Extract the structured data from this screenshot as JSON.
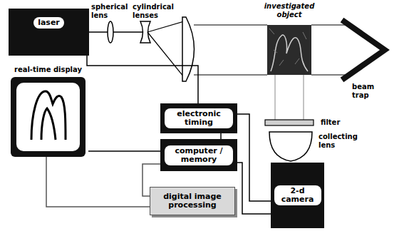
{
  "diagram": {
    "nodes": [
      {
        "text": [
          "laser"
        ]
      },
      {
        "text": [
          "investigated object"
        ]
      },
      {
        "text": [
          "electronic timing"
        ]
      },
      {
        "text": [
          "real-time display"
        ]
      },
      {
        "text": [
          "computer / memory"
        ]
      },
      {
        "text": [
          "digital image processing"
        ]
      },
      {
        "text": [
          "2-d camera"
        ]
      }
    ],
    "edges": [
      {
        "from": 0,
        "to": 2,
        "arrow": "none"
      },
      {
        "from": 2,
        "to": 4,
        "arrow": "none"
      },
      {
        "from": 2,
        "to": 6,
        "arrow": "none"
      },
      {
        "from": 4,
        "to": 3,
        "arrow": "none"
      },
      {
        "from": 4,
        "to": 6,
        "arrow": "none"
      },
      {
        "from": 5,
        "to": 4,
        "arrow": "none"
      },
      {
        "from": 5,
        "to": 3,
        "arrow": "none"
      }
    ],
    "labels": [
      "spherical lens",
      "cylindrical lenses",
      "beam trap",
      "filter",
      "collecting lens"
    ]
  }
}
